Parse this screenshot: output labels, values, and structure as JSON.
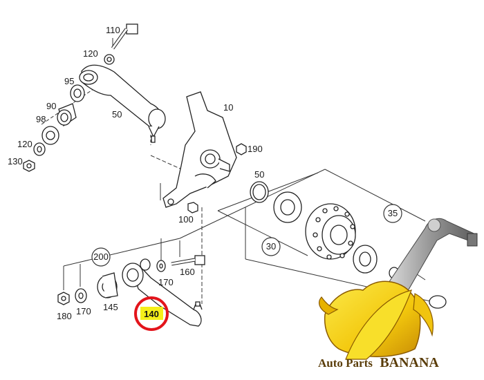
{
  "diagram": {
    "parts": [
      {
        "id": "p10",
        "label": "10"
      },
      {
        "id": "p30",
        "label": "30"
      },
      {
        "id": "p35",
        "label": "35"
      },
      {
        "id": "p50",
        "label": "50"
      },
      {
        "id": "p90",
        "label": "90"
      },
      {
        "id": "p95",
        "label": "95"
      },
      {
        "id": "p98a",
        "label": "98"
      },
      {
        "id": "p98b",
        "label": "98"
      },
      {
        "id": "p100",
        "label": "100"
      },
      {
        "id": "p110",
        "label": "110"
      },
      {
        "id": "p120a",
        "label": "120"
      },
      {
        "id": "p120b",
        "label": "120"
      },
      {
        "id": "p130",
        "label": "130"
      },
      {
        "id": "p140",
        "label": "140"
      },
      {
        "id": "p145",
        "label": "145"
      },
      {
        "id": "p160",
        "label": "160"
      },
      {
        "id": "p170a",
        "label": "170"
      },
      {
        "id": "p170b",
        "label": "170"
      },
      {
        "id": "p180",
        "label": "180"
      },
      {
        "id": "p190",
        "label": "190"
      },
      {
        "id": "p200",
        "label": "200"
      }
    ],
    "highlighted_part": "140"
  },
  "brand": {
    "part1": "Auto Parts",
    "part2": "BANANA"
  },
  "colors": {
    "highlight_fill": "#f5ef1a",
    "highlight_ring": "#e3141b",
    "brand_text": "#5a3d0a",
    "banana_yellow": "#f7d417",
    "line": "#333333"
  }
}
